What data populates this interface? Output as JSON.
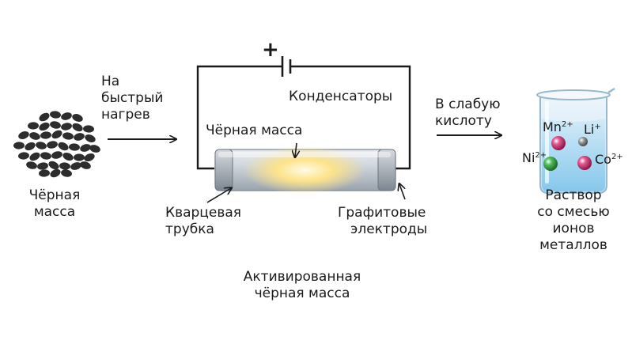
{
  "labels": {
    "to_fast_heating": [
      "На",
      "быстрый",
      "нагрев"
    ],
    "black_mass": [
      "Чёрная",
      "масса"
    ],
    "capacitors": "Конденсаторы",
    "black_mass_in_tube": "Чёрная масса",
    "quartz_tube": [
      "Кварцевая",
      "трубка"
    ],
    "graphite_electrodes": [
      "Графитовые",
      "электроды"
    ],
    "activated_black_mass": [
      "Активированная",
      "чёрная масса"
    ],
    "into_weak_acid": [
      "В слабую",
      "кислоту"
    ],
    "solution": [
      "Раствор",
      "со смесью",
      "ионов",
      "металлов"
    ],
    "polarity": "+"
  },
  "ions": {
    "mn": {
      "symbol": "Mn",
      "charge": "2+"
    },
    "li": {
      "symbol": "Li",
      "charge": "+"
    },
    "ni": {
      "symbol": "Ni",
      "charge": "2+"
    },
    "co": {
      "symbol": "Co",
      "charge": "2+"
    }
  },
  "colors": {
    "mn": "#c2306a",
    "li": "#7c7c7c",
    "ni": "#2f9a3c",
    "co": "#c2306a",
    "pellets": "#2d2d2d",
    "tube": "#c5ccd3",
    "glow": "#fde38a"
  }
}
